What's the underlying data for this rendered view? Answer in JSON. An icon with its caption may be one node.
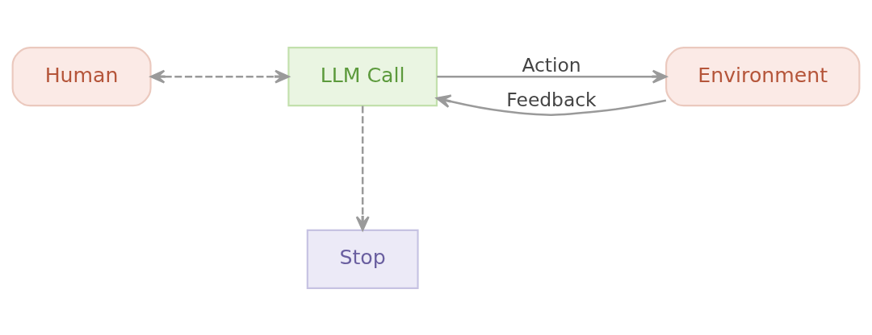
{
  "diagram": {
    "nodes": [
      {
        "text": [
          "Human"
        ]
      },
      {
        "text": [
          "LLM Call"
        ]
      },
      {
        "text": [
          "Environment"
        ]
      },
      {
        "text": [
          "Stop"
        ]
      }
    ],
    "edges": [
      {
        "from": 0,
        "to": 1,
        "arrow": "both",
        "style": "dashed"
      },
      {
        "from": 1,
        "to": 2,
        "arrow": "to",
        "label": "Action"
      },
      {
        "from": 2,
        "to": 1,
        "arrow": "to",
        "label": "Feedback"
      },
      {
        "from": 1,
        "to": 3,
        "arrow": "to",
        "style": "dashed"
      }
    ]
  }
}
